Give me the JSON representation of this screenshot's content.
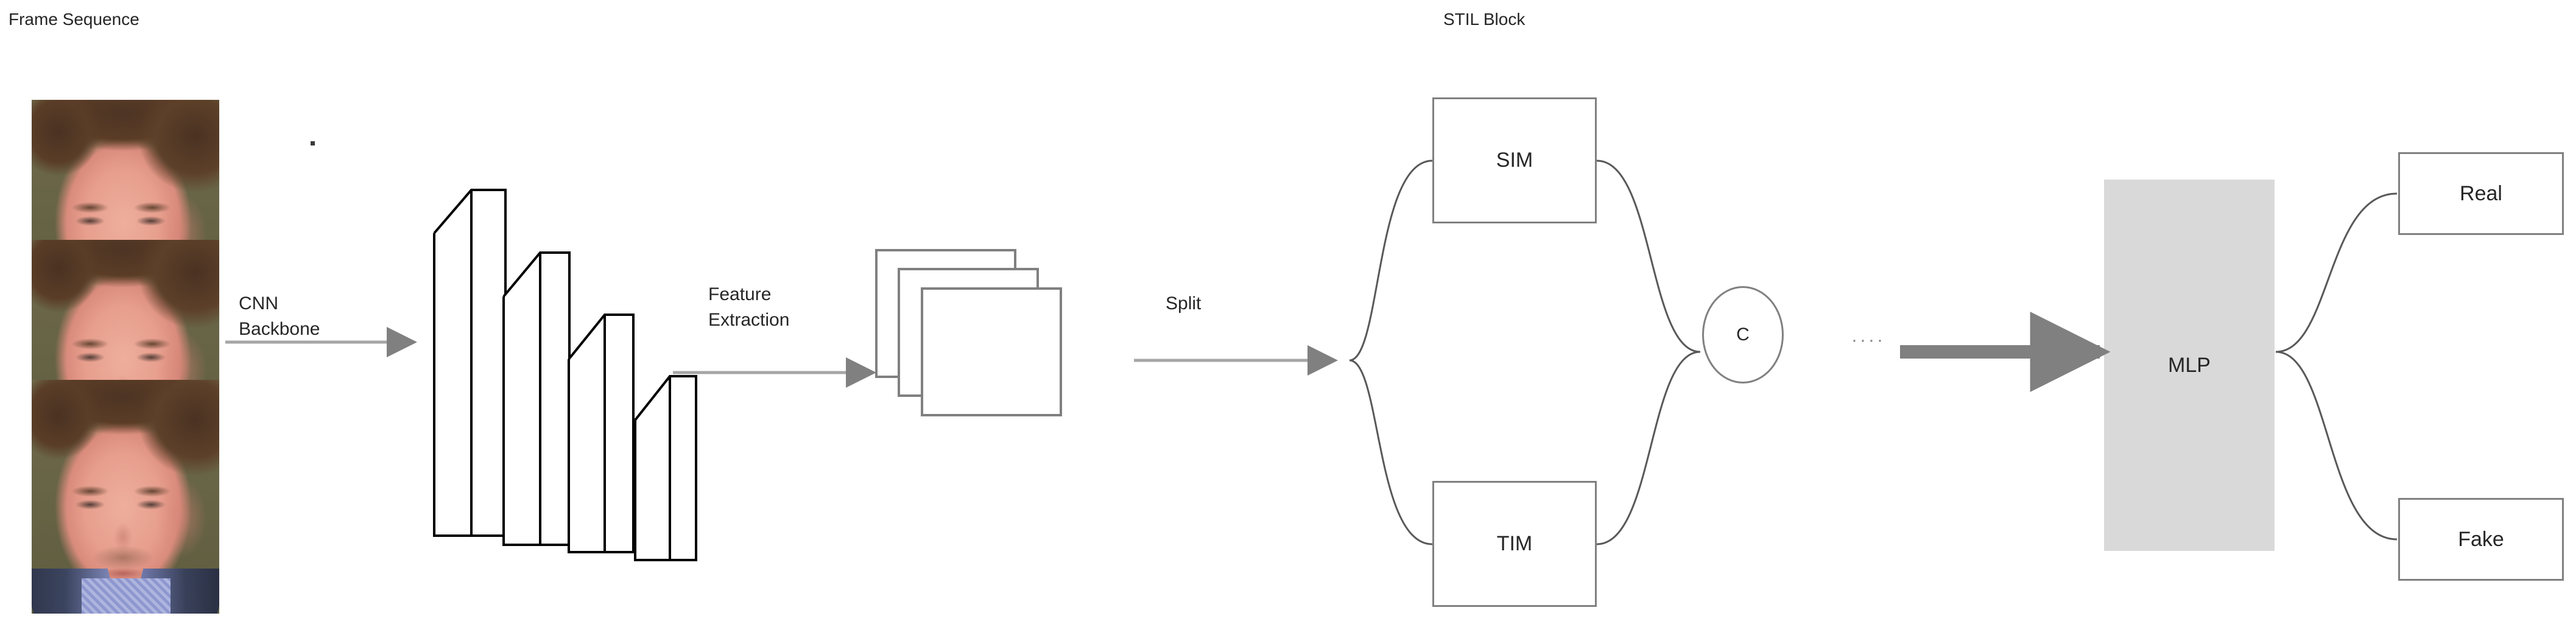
{
  "diagram": {
    "title_labels": {
      "frame_sequence": "Frame Sequence",
      "stil_block": "STIL Block"
    },
    "flow_labels": {
      "cnn_backbone_line1": "CNN",
      "cnn_backbone_line2": "Backbone",
      "feature_extraction_line1": "Feature",
      "feature_extraction_line2": "Extraction",
      "split": "Split"
    },
    "nodes": {
      "sim": "SIM",
      "tim": "TIM",
      "concat": "C",
      "mlp": "MLP",
      "real": "Real",
      "fake": "Fake"
    },
    "ellipsis": "····",
    "colors": {
      "text": "#262626",
      "box_border": "#808080",
      "mlp_fill": "#d9d9d9",
      "arrow_light": "#a6a6a6",
      "arrow_heavy": "#808080",
      "curve_line": "#595959",
      "cnn_slab_stroke": "#000000",
      "background": "#ffffff"
    }
  }
}
